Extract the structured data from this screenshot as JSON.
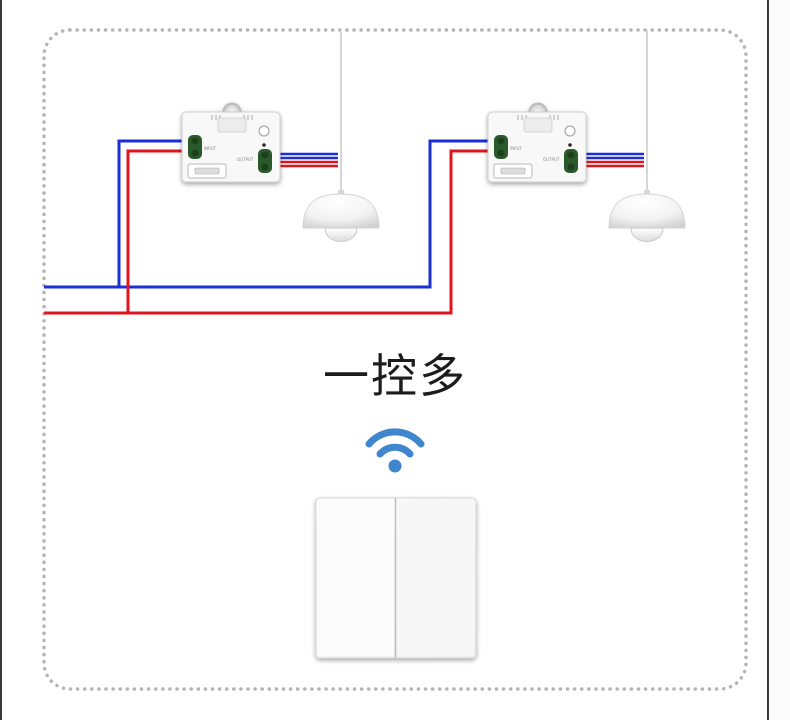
{
  "title": "一控多",
  "receivers": [
    {
      "input_label": "INPUT",
      "output_label": "OUTPUT"
    },
    {
      "input_label": "INPUT",
      "output_label": "OUTPUT"
    }
  ],
  "colors": {
    "live_wire": "#e0141e",
    "neutral_wire": "#1a2fd6",
    "signal_icon": "#3f86cf",
    "border_dots": "#b4b4b4",
    "terminal": "#2c5a2c"
  },
  "icons": {
    "signal": "wireless-signal-icon",
    "switch": "double-rocker-wall-switch",
    "lamp": "pendant-dome-lamp"
  }
}
